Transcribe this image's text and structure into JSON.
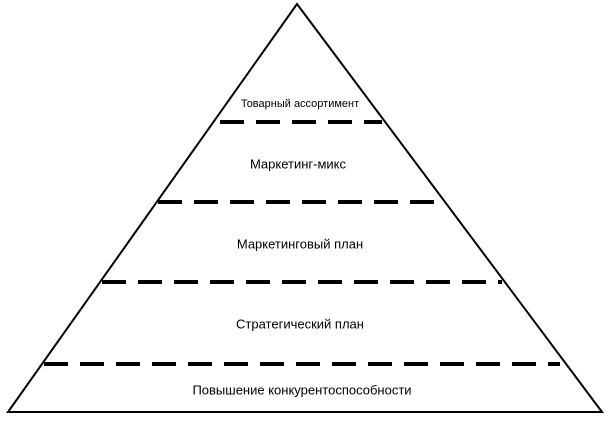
{
  "diagram": {
    "type": "pyramid",
    "levels_top_to_bottom": [
      "Товарный ассортимент",
      "Маркетинг-микс",
      "Маркетинговый план",
      "Стратегический план",
      "Повышение конкурентоспособности"
    ],
    "colors": {
      "stroke": "#000000",
      "fill": "#ffffff",
      "text": "#000000"
    }
  }
}
